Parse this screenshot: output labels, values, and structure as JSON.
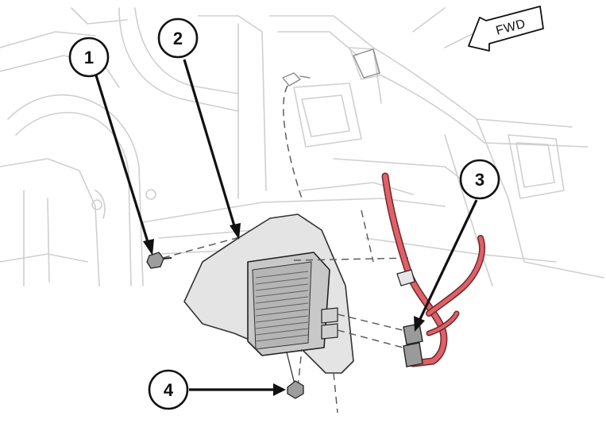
{
  "callouts": [
    {
      "number": "1"
    },
    {
      "number": "2"
    },
    {
      "number": "3"
    },
    {
      "number": "4"
    }
  ],
  "direction_indicator": {
    "label": "FWD"
  },
  "colors": {
    "background": "#ffffff",
    "linework": "#cfcfcf",
    "module_bracket": "#e2e2e2",
    "module": "#c4c4c4",
    "wiring_harness": "#e0606a",
    "callout_stroke": "#111111"
  }
}
